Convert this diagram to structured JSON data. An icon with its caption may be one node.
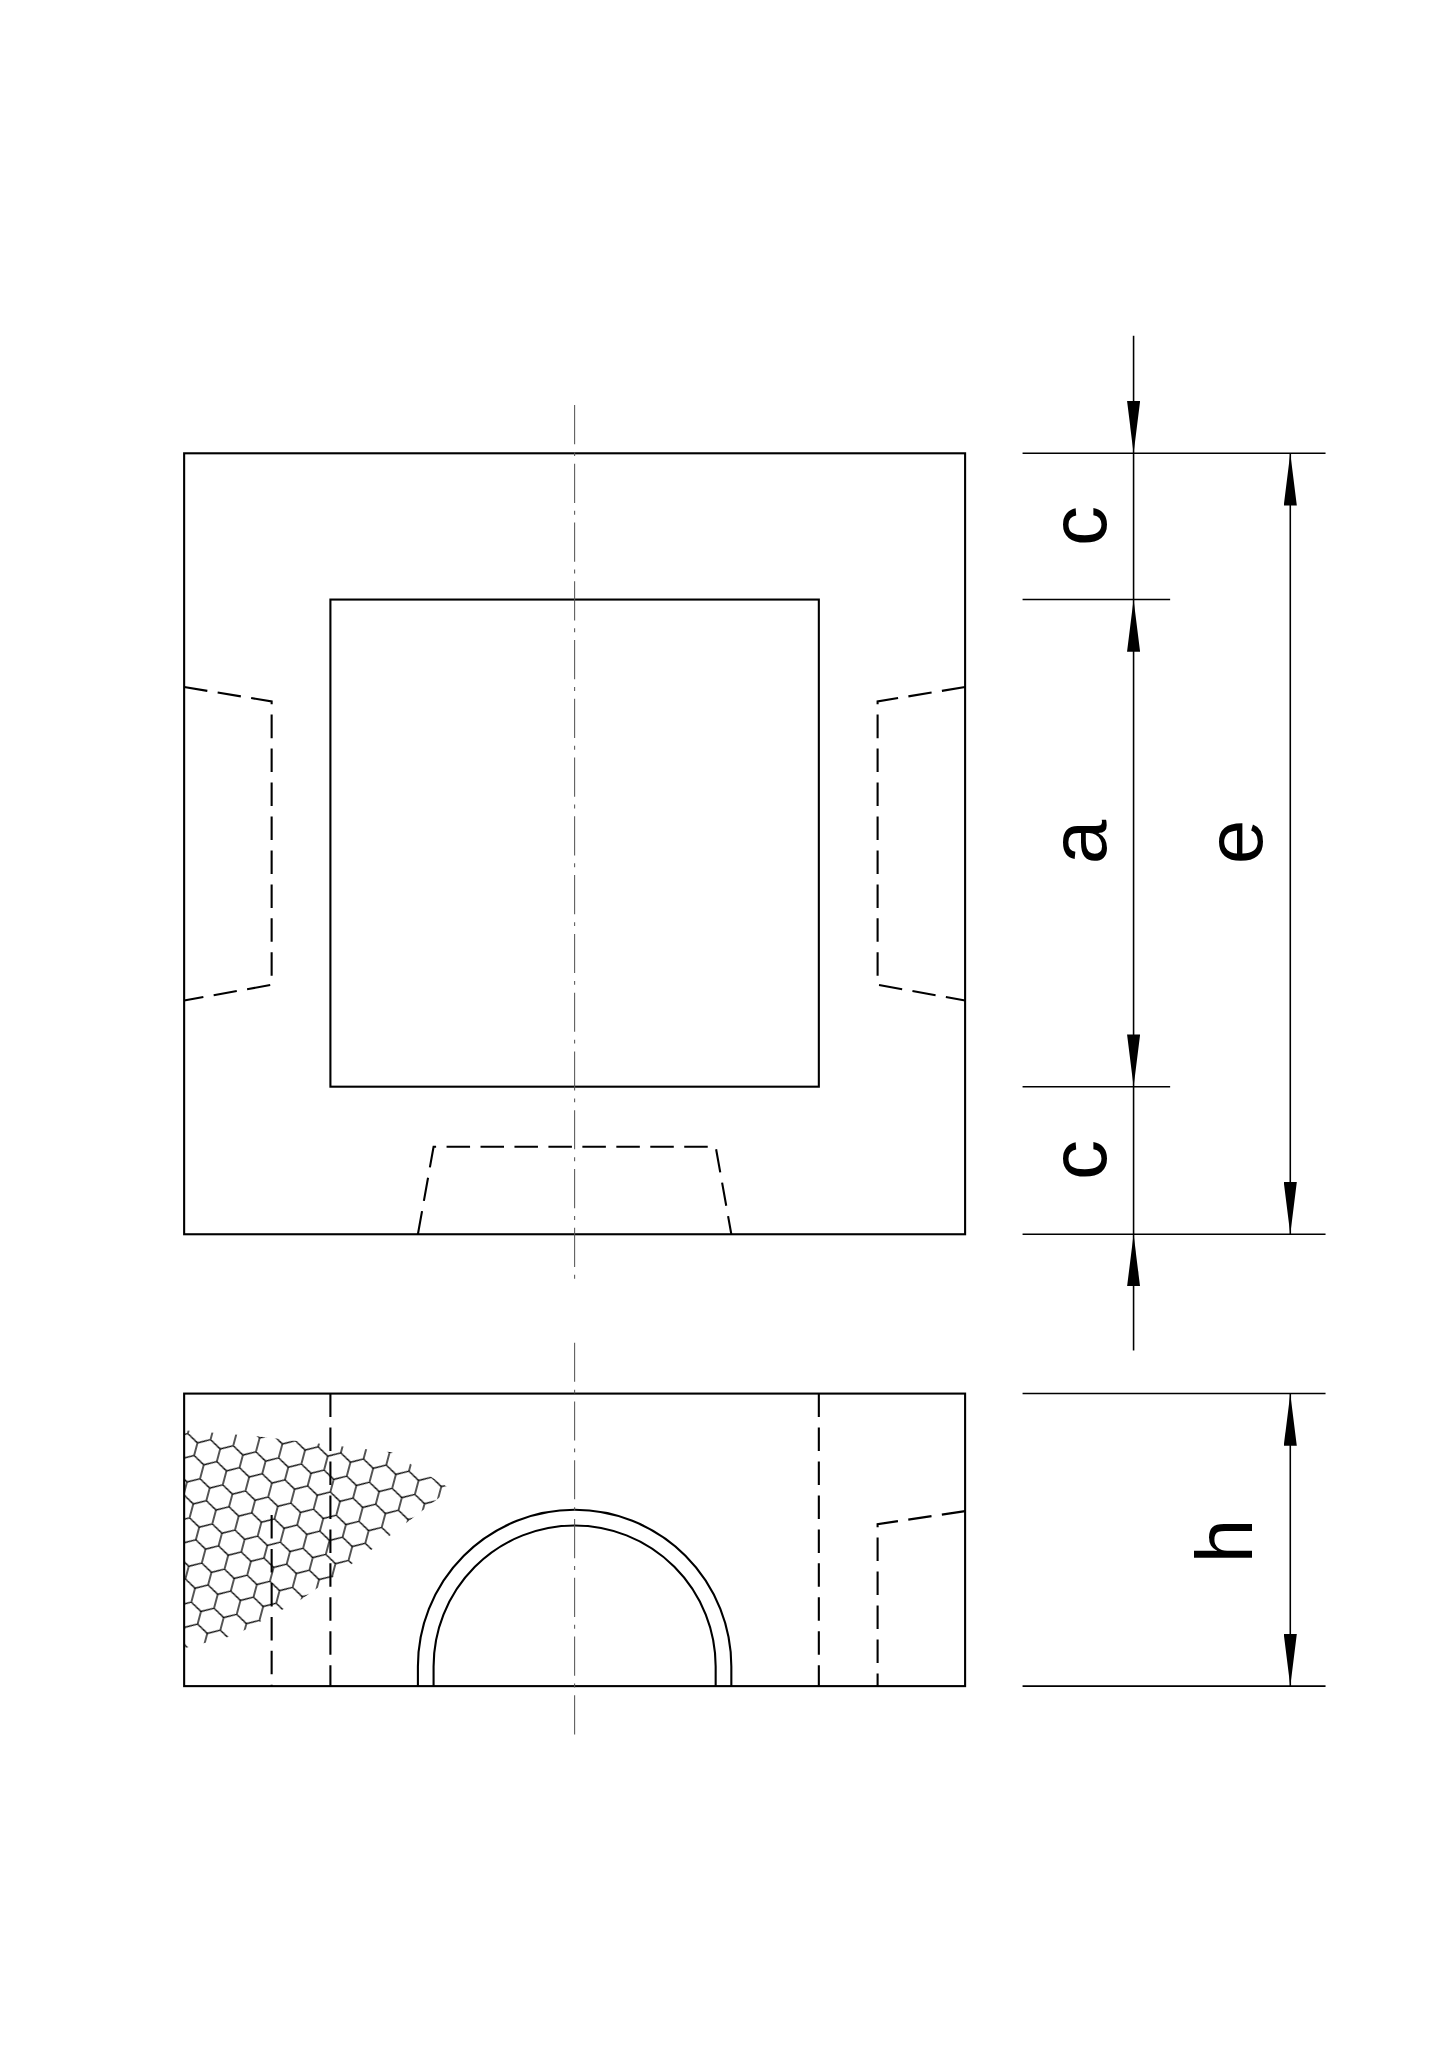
{
  "diagram": {
    "labels": [
      "c",
      "a",
      "c",
      "e",
      "h"
    ]
  }
}
